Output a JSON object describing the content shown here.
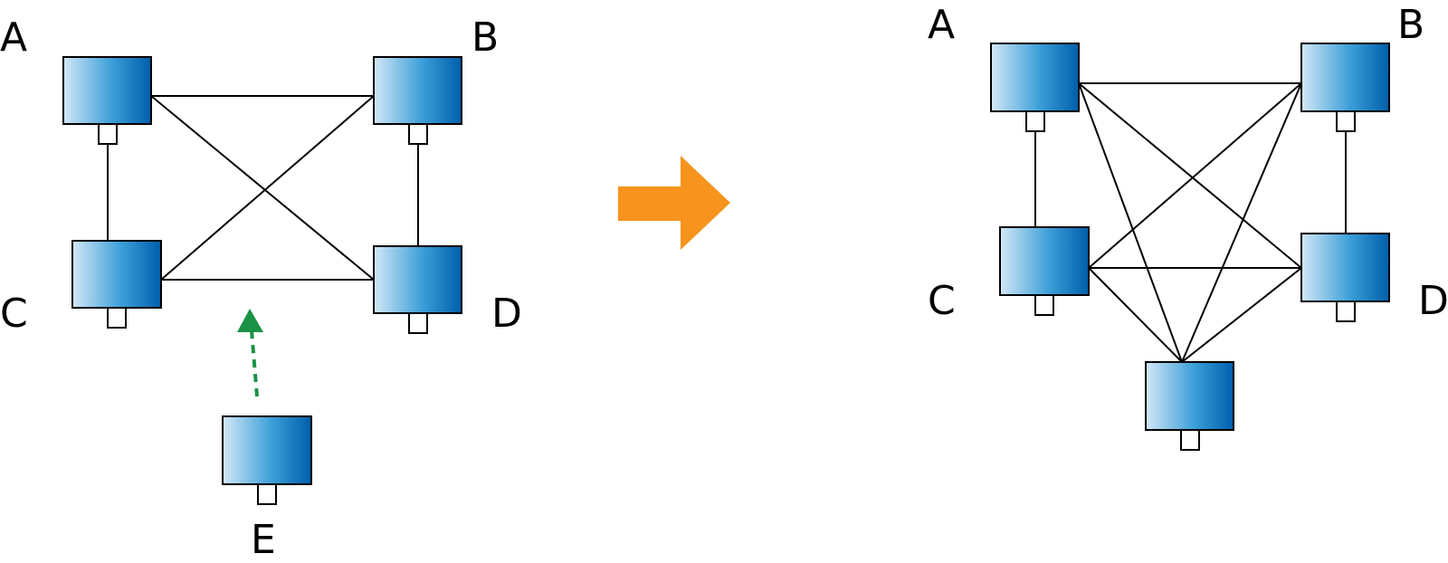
{
  "labels": {
    "a_left": "A",
    "b_left": "B",
    "c_left": "C",
    "d_left": "D",
    "e_left": "E",
    "a_right": "A",
    "b_right": "B",
    "c_right": "C",
    "d_right": "D"
  },
  "colors": {
    "node_light": "#d3e8f7",
    "node_mid": "#3c9fd8",
    "node_dark": "#005eab",
    "arrow": "#f7941d",
    "join_arrow": "#1a9246",
    "line": "#000000"
  }
}
